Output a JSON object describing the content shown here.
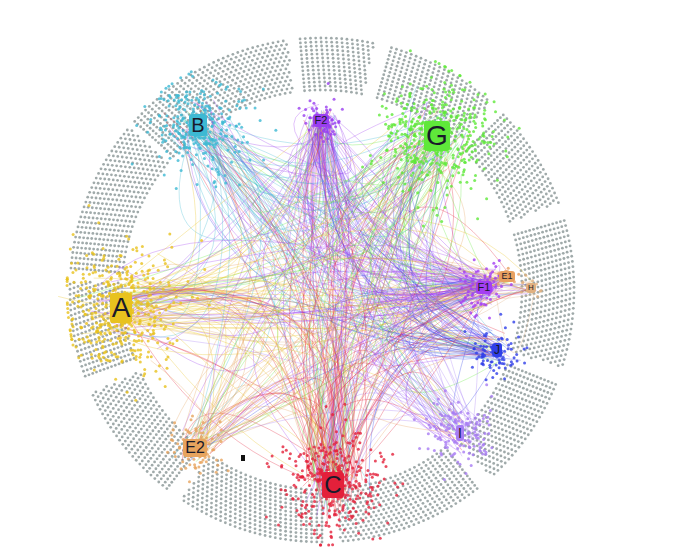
{
  "diagram": {
    "labels": [
      "B",
      "F2",
      "G",
      "A",
      "F1",
      "E1",
      "H",
      "J",
      "I",
      "E2",
      "C"
    ]
  }
}
